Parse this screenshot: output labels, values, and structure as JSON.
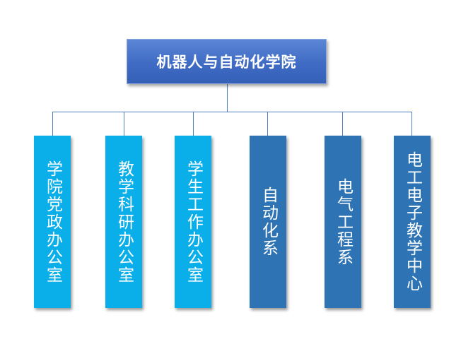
{
  "diagram": {
    "root": {
      "label": "机器人与自动化学院"
    },
    "children": [
      {
        "label": "学院党政办公室",
        "color": "#0aaee8"
      },
      {
        "label": "教学科研办公室",
        "color": "#0aaee8"
      },
      {
        "label": "学生工作办公室",
        "color": "#0aaee8"
      },
      {
        "label": "自动化系",
        "color": "#2e74b5"
      },
      {
        "label": "电气工程系",
        "color": "#2e74b5"
      },
      {
        "label": "电工电子教学中心",
        "color": "#2e74b5"
      }
    ],
    "colors": {
      "root": "#4472c4",
      "connector": "#4f7fbe"
    }
  }
}
